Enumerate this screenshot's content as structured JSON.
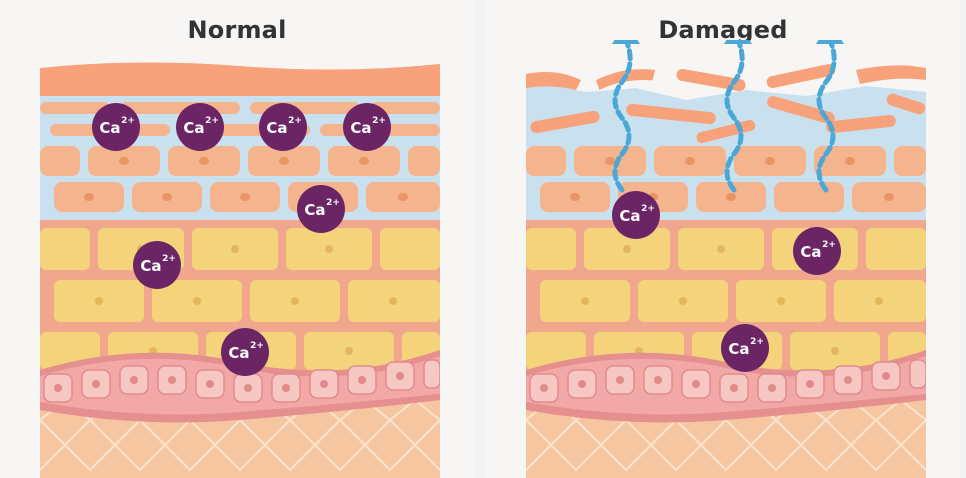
{
  "panels": {
    "normal": {
      "title": "Normal"
    },
    "damaged": {
      "title": "Damaged"
    }
  },
  "ion": {
    "symbol": "Ca",
    "charge": "2+"
  },
  "colors": {
    "top_layer": "#f7a27b",
    "lipid_layer": "#c9e1ef",
    "stratum_cell": "#f4b48e",
    "spinous_bg": "#f0a78d",
    "spinous_cell": "#f3d47b",
    "basement": "#e58f8f",
    "basal_cell": "#f6c7c3",
    "dermis": "#f5c6a0",
    "ion_fill": "#6b2564",
    "arrow": "#4aa7d8"
  }
}
